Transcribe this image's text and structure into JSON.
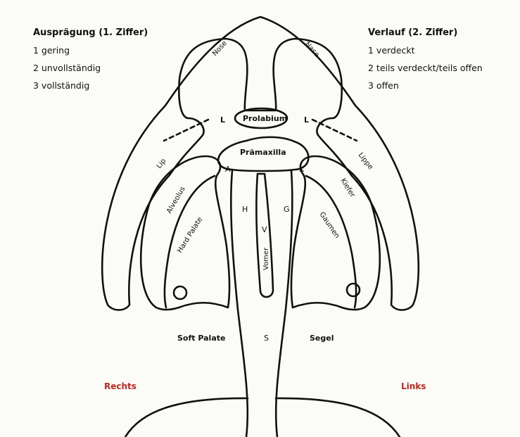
{
  "legend_left": {
    "heading": "Ausprägung (1. Ziffer)",
    "items": [
      "1 gering",
      "2 unvollständig",
      "3 vollständig"
    ]
  },
  "legend_right": {
    "heading": "Verlauf (2. Ziffer)",
    "items": [
      "1 verdeckt",
      "2 teils verdeckt/teils offen",
      "3 offen"
    ]
  },
  "labels": {
    "nose_left": "Nose",
    "nose_right": "Nase",
    "prolabium": "Prolabium",
    "l_left": "L",
    "l_right": "L",
    "premaxilla": "Prämaxilla",
    "a": "A",
    "k": "K",
    "lip": "Lip",
    "lippe": "Lippe",
    "alveolus": "Alveolus",
    "kiefer": "Kiefer",
    "hard_palate": "Hard Palate",
    "gaumen": "Gaumen",
    "h": "H",
    "g": "G",
    "v": "V",
    "vomer": "Vomer",
    "soft_palate": "Soft Palate",
    "s": "S",
    "segel": "Segel",
    "rechts": "Rechts",
    "links": "Links"
  },
  "colors": {
    "outline": "#111111",
    "side_label": "#c0271d",
    "background": "#fbfbf7"
  }
}
